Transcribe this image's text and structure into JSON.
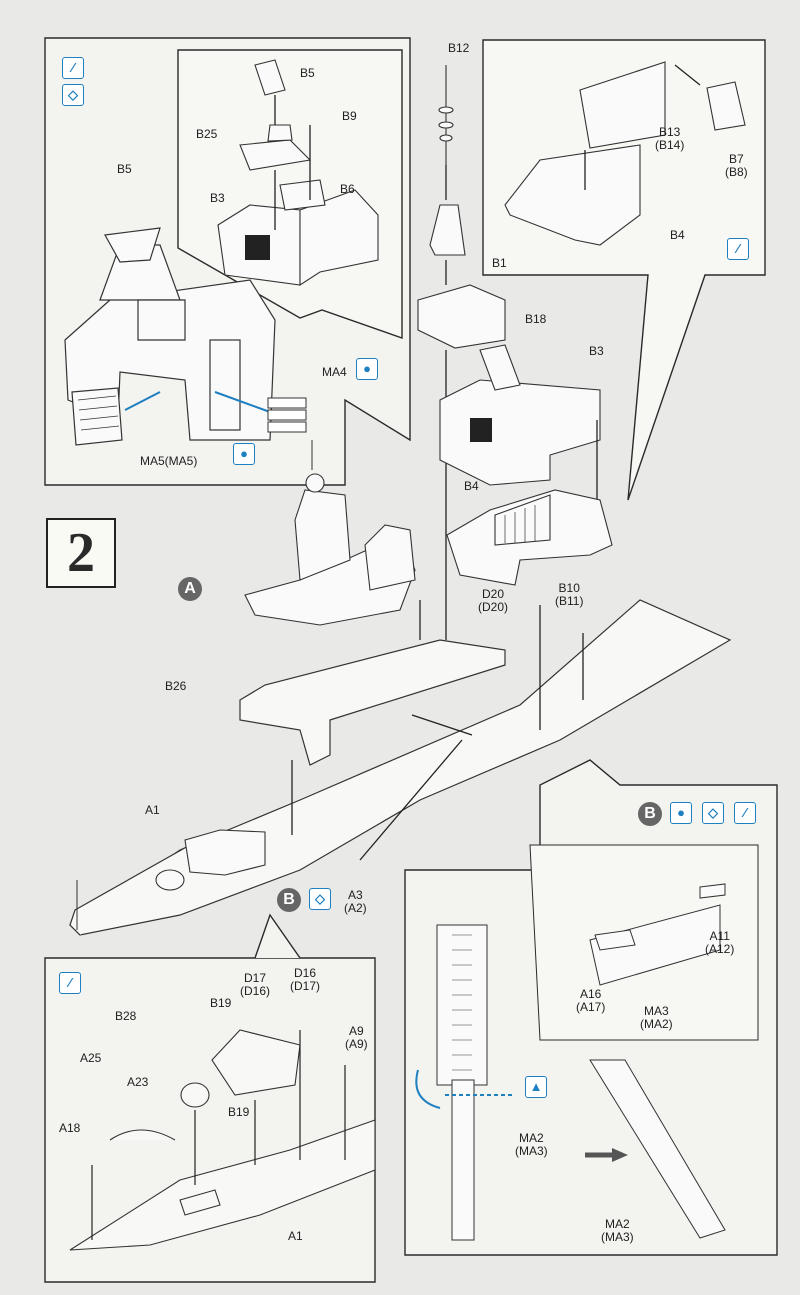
{
  "step": {
    "number": "2"
  },
  "markers": {
    "a": "A",
    "b": "B",
    "b2": "B"
  },
  "labels": {
    "b5_top": "B5",
    "b9": "B9",
    "b25": "B25",
    "b6": "B6",
    "b3_inset": "B3",
    "b5_left": "B5",
    "ma4": "MA4",
    "ma5": "MA5(MA5)",
    "b12": "B12",
    "b1": "B1",
    "b18": "B18",
    "b3_main": "B3",
    "b4_main": "B4",
    "b13": "B13\n(B14)",
    "b7": "B7\n(B8)",
    "b4_right": "B4",
    "d20": "D20\n(D20)",
    "b10": "B10\n(B11)",
    "b26": "B26",
    "a1_top": "A1",
    "a3": "A3\n(A2)",
    "a11": "A11\n(A12)",
    "a16": "A16\n(A17)",
    "ma3": "MA3\n(MA2)",
    "ma2_left": "MA2\n(MA3)",
    "ma2_right": "MA2\n(MA3)",
    "d17": "D17\n(D16)",
    "d16": "D16\n(D17)",
    "b19_top": "B19",
    "b28": "B28",
    "a9": "A9\n(A9)",
    "a25": "A25",
    "a23": "A23",
    "b19_bot": "B19",
    "a18": "A18",
    "a1_bot": "A1"
  },
  "icons": {
    "paint": "paint-brush-icon",
    "glue": "cement-drop-icon",
    "option": "choose-option-icon",
    "fold": "fold-up-icon"
  },
  "colors": {
    "accent": "#1e7fc1",
    "line": "#2a2a2a",
    "panel": "#f1f1ef"
  }
}
